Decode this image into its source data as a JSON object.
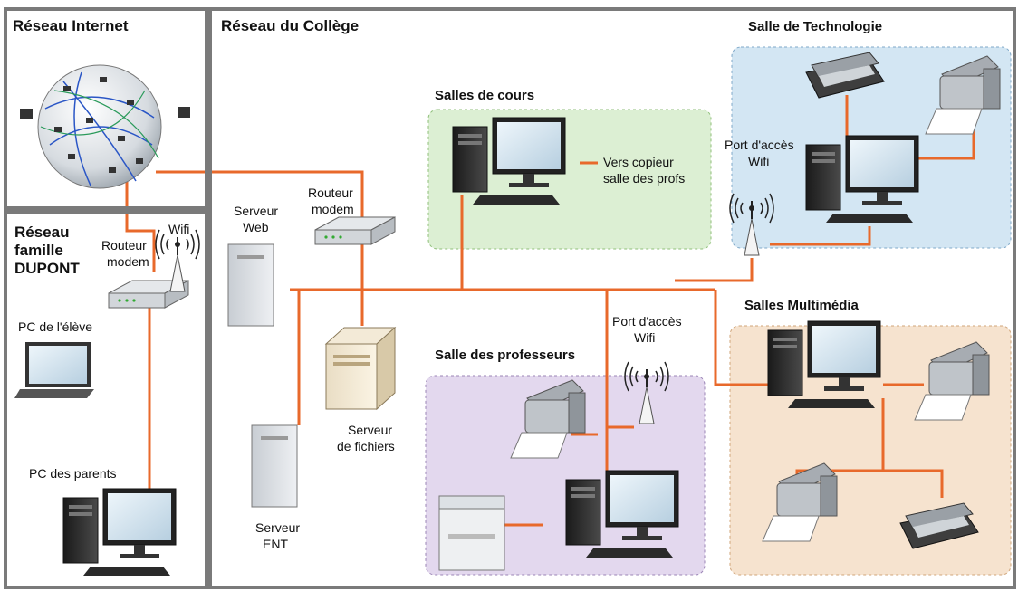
{
  "panels": {
    "internet_title": "Réseau  Internet",
    "college_title": "Réseau du Collège",
    "family_title_1": "Réseau",
    "family_title_2": "famille",
    "family_title_3": "DUPONT"
  },
  "family": {
    "wifi": "Wifi",
    "router_1": "Routeur",
    "router_2": "modem",
    "pc_student": "PC de l'élève",
    "pc_parents": "PC des parents"
  },
  "college": {
    "web_server_1": "Serveur",
    "web_server_2": "Web",
    "router_1": "Routeur",
    "router_2": "modem",
    "file_server_1": "Serveur",
    "file_server_2": "de fichiers",
    "ent_server_1": "Serveur",
    "ent_server_2": "ENT"
  },
  "rooms": {
    "classrooms": "Salles de cours",
    "copier_1": "Vers copieur",
    "copier_2": "salle des profs",
    "technology": "Salle de Technologie",
    "tech_ap_1": "Port d'accès",
    "tech_ap_2": "Wifi",
    "teachers": "Salle des professeurs",
    "teachers_ap_1": "Port d'accès",
    "teachers_ap_2": "Wifi",
    "multimedia": "Salles Multimédia"
  },
  "colors": {
    "link": "#e8692b",
    "classrooms_bg": "#dcefd3",
    "technology_bg": "#d3e6f3",
    "teachers_bg": "#e3d8ee",
    "multimedia_bg": "#f6e3cf"
  }
}
